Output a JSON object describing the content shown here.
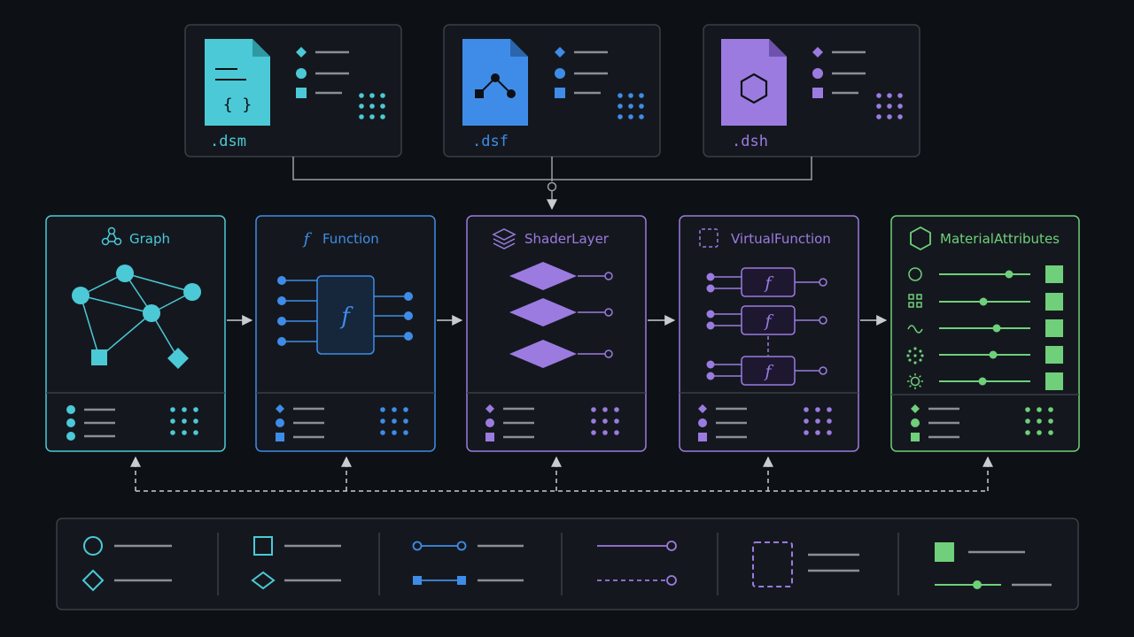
{
  "files": [
    {
      "ext": ".dsm",
      "color": "#4cc9d6",
      "glyph": "{ }"
    },
    {
      "ext": ".dsf",
      "color": "#3f8ce8",
      "glyph": ""
    },
    {
      "ext": ".dsh",
      "color": "#9b7be0",
      "glyph": ""
    }
  ],
  "panels": [
    {
      "title": "Graph",
      "color": "#4cc9d6",
      "icon": "graph-icon"
    },
    {
      "title": "Function",
      "color": "#3f8ce8",
      "icon": "function-icon"
    },
    {
      "title": "ShaderLayer",
      "color": "#9b7be0",
      "icon": "layers-icon"
    },
    {
      "title": "VirtualFunction",
      "color": "#9b7be0",
      "icon": "virtual-function-icon"
    },
    {
      "title": "MaterialAttributes",
      "color": "#6fcf7a",
      "icon": "hexagon-icon"
    }
  ],
  "function_glyph": "f",
  "colors": {
    "background": "#0d1014",
    "panel": "#14181e",
    "line": "#9aa0a6",
    "stroke_gray": "#8a8f96"
  }
}
